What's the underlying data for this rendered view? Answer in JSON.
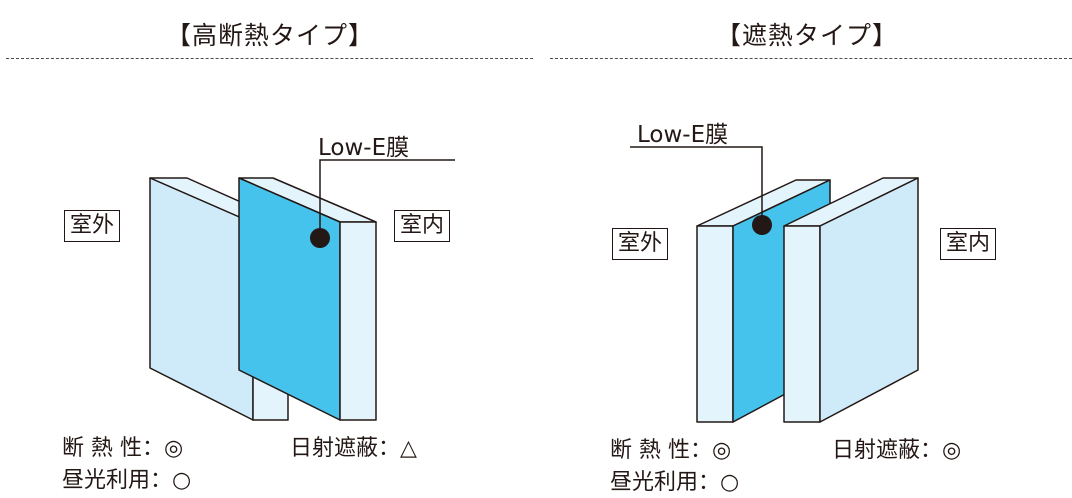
{
  "panels": [
    {
      "title": "【高断熱タイプ】",
      "coating_label": "Low-E膜",
      "outdoor_label": "室外",
      "indoor_label": "室内",
      "props": {
        "insulation": "断 熱 性：◎",
        "shading": "日射遮蔽：△",
        "daylight": "昼光利用：○"
      }
    },
    {
      "title": "【遮熱タイプ】",
      "coating_label": "Low-E膜",
      "outdoor_label": "室外",
      "indoor_label": "室内",
      "props": {
        "insulation": "断 熱 性：◎",
        "shading": "日射遮蔽：◎",
        "daylight": "昼光利用：○"
      }
    }
  ],
  "colors": {
    "glass_light": "#cfeaf8",
    "glass_edge": "#e4f4fc",
    "coating_blue": "#46c3ec",
    "outline": "#231815"
  }
}
